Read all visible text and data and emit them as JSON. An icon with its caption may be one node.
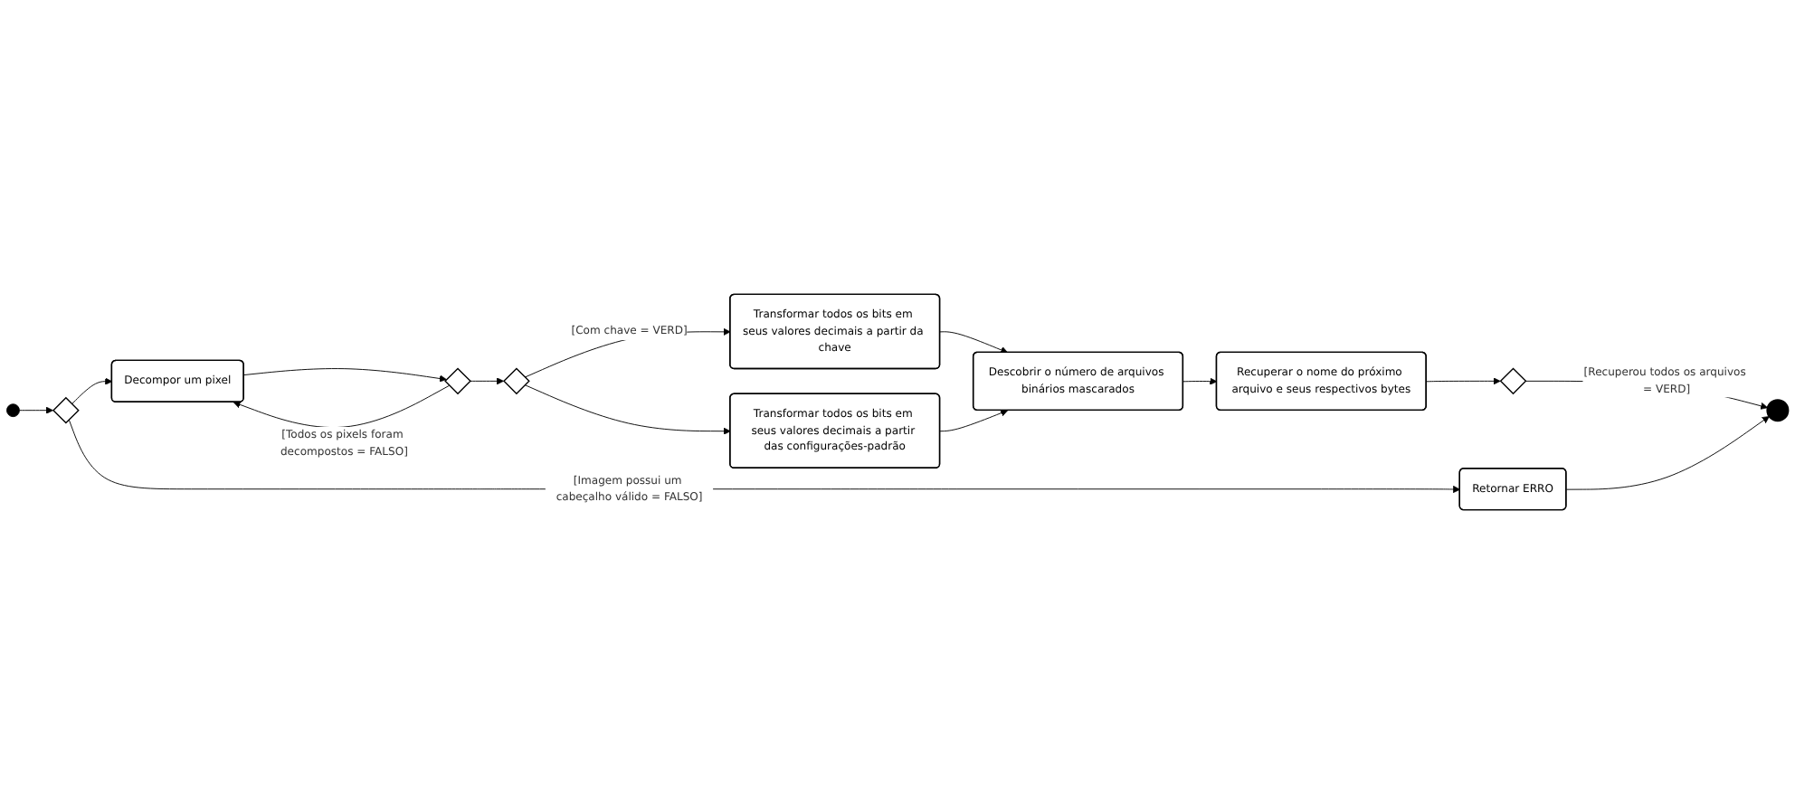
{
  "diagram": {
    "nodes": [
      {
        "text": [],
        "shape": "circle"
      },
      {
        "text": [],
        "shape": "diamond"
      },
      {
        "text": [
          "Retornar ERRO"
        ]
      },
      {
        "text": [
          "Decompor um pixel"
        ]
      },
      {
        "text": [],
        "shape": "diamond"
      },
      {
        "text": [],
        "shape": "diamond"
      },
      {
        "text": [
          "Transformar todos os bits em seus valores decimais a partir da chave"
        ]
      },
      {
        "text": [
          "Transformar todos os bits em seus valores decimais a partir das configurações-padrão"
        ]
      },
      {
        "text": [
          "Descobrir o número de arquivos binários mascarados"
        ]
      },
      {
        "text": [
          "Recuperar o nome do próximo arquivo e seus respectivos bytes"
        ]
      },
      {
        "text": [],
        "shape": "diamond"
      },
      {
        "text": [],
        "shape": "circle"
      }
    ],
    "edges": [
      {
        "from": 0,
        "to": 1,
        "arrow": "to"
      },
      {
        "from": 1,
        "to": 2,
        "arrow": "to",
        "label": "[Imagem possui um cabeçalho válido = FALSO]"
      },
      {
        "from": 1,
        "to": 3,
        "arrow": "to"
      },
      {
        "from": 3,
        "to": 4,
        "arrow": "to"
      },
      {
        "from": 4,
        "to": 3,
        "arrow": "to",
        "label": "[Todos os pixels foram decompostos = FALSO]"
      },
      {
        "from": 4,
        "to": 5,
        "arrow": "to"
      },
      {
        "from": 5,
        "to": 6,
        "arrow": "to",
        "label": "[Com chave = VERD]"
      },
      {
        "from": 5,
        "to": 7,
        "arrow": "to"
      },
      {
        "from": 6,
        "to": 8,
        "arrow": "to"
      },
      {
        "from": 7,
        "to": 8,
        "arrow": "to"
      },
      {
        "from": 8,
        "to": 9,
        "arrow": "to"
      },
      {
        "from": 9,
        "to": 10,
        "arrow": "to"
      },
      {
        "from": 10,
        "to": 11,
        "arrow": "to",
        "label": "[Recuperou todos os arquivos = VERD]"
      },
      {
        "from": 2,
        "to": 11,
        "arrow": "to"
      }
    ]
  }
}
